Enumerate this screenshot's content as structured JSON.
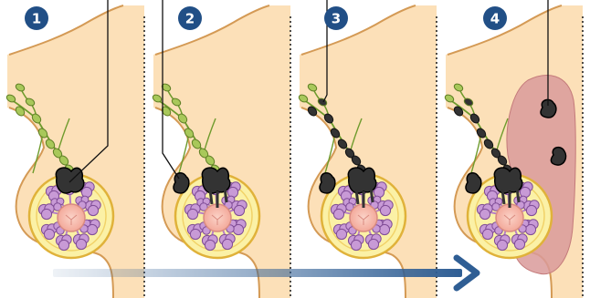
{
  "panels": [
    {
      "step": "1"
    },
    {
      "step": "2"
    },
    {
      "step": "3"
    },
    {
      "step": "4"
    }
  ],
  "colors": {
    "skin": "#fce0b8",
    "skin_outline": "#d49a55",
    "gland_fill": "#fbf1a6",
    "gland_outline": "#e0b23a",
    "lobule": "#c89ad6",
    "lobule_outline": "#7f4c96",
    "nipple": "#f5b3a8",
    "node": "#a8c85a",
    "node_outline": "#5f7f25",
    "tumor": "#333333",
    "metastasis_zone": "#d99a9a",
    "badge": "#214f86",
    "arrow": "#2f5e94"
  }
}
